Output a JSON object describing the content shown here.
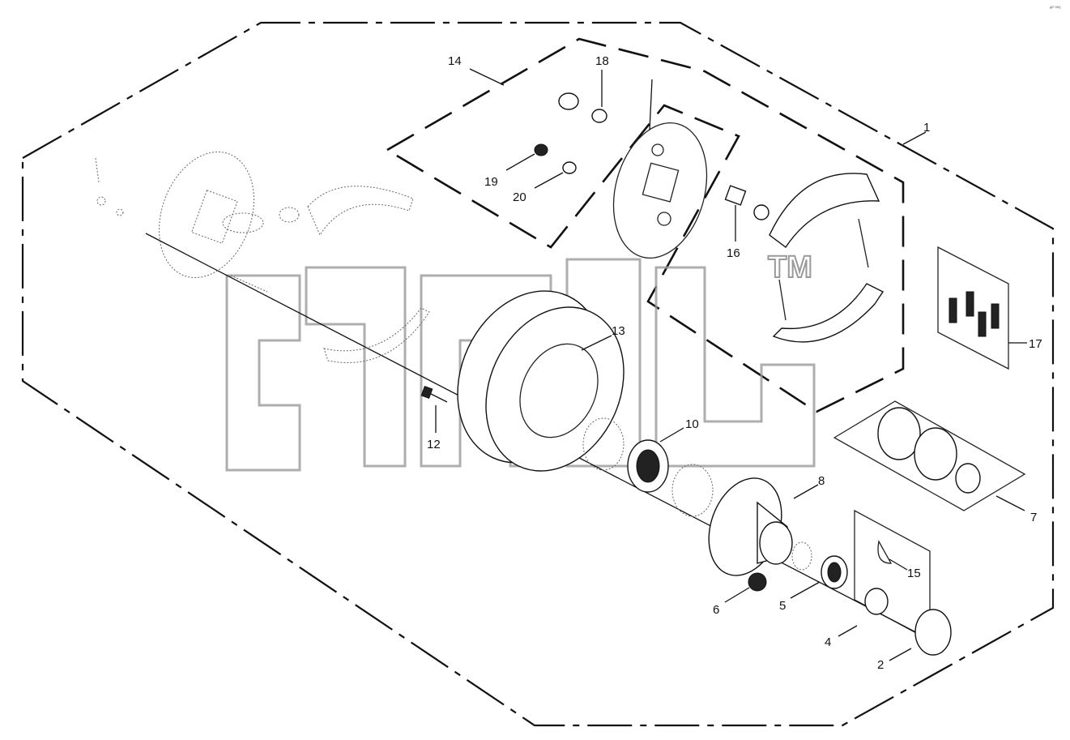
{
  "watermark": {
    "trademark": "TM"
  },
  "corner_mark": "ᵉᴾ ⁰⁰⁶",
  "callouts": [
    {
      "id": "c1",
      "text": "1"
    },
    {
      "id": "c2",
      "text": "2"
    },
    {
      "id": "c4",
      "text": "4"
    },
    {
      "id": "c5",
      "text": "5"
    },
    {
      "id": "c6",
      "text": "6"
    },
    {
      "id": "c7",
      "text": "7"
    },
    {
      "id": "c8",
      "text": "8"
    },
    {
      "id": "c10",
      "text": "10"
    },
    {
      "id": "c12",
      "text": "12"
    },
    {
      "id": "c13",
      "text": "13"
    },
    {
      "id": "c14",
      "text": "14"
    },
    {
      "id": "c15",
      "text": "15"
    },
    {
      "id": "c16",
      "text": "16"
    },
    {
      "id": "c17",
      "text": "17"
    },
    {
      "id": "c18",
      "text": "18"
    },
    {
      "id": "c19",
      "text": "19"
    },
    {
      "id": "c20",
      "text": "20"
    }
  ],
  "colors": {
    "line": "#111111",
    "watermark": "#9a9a9a",
    "background": "#ffffff"
  }
}
